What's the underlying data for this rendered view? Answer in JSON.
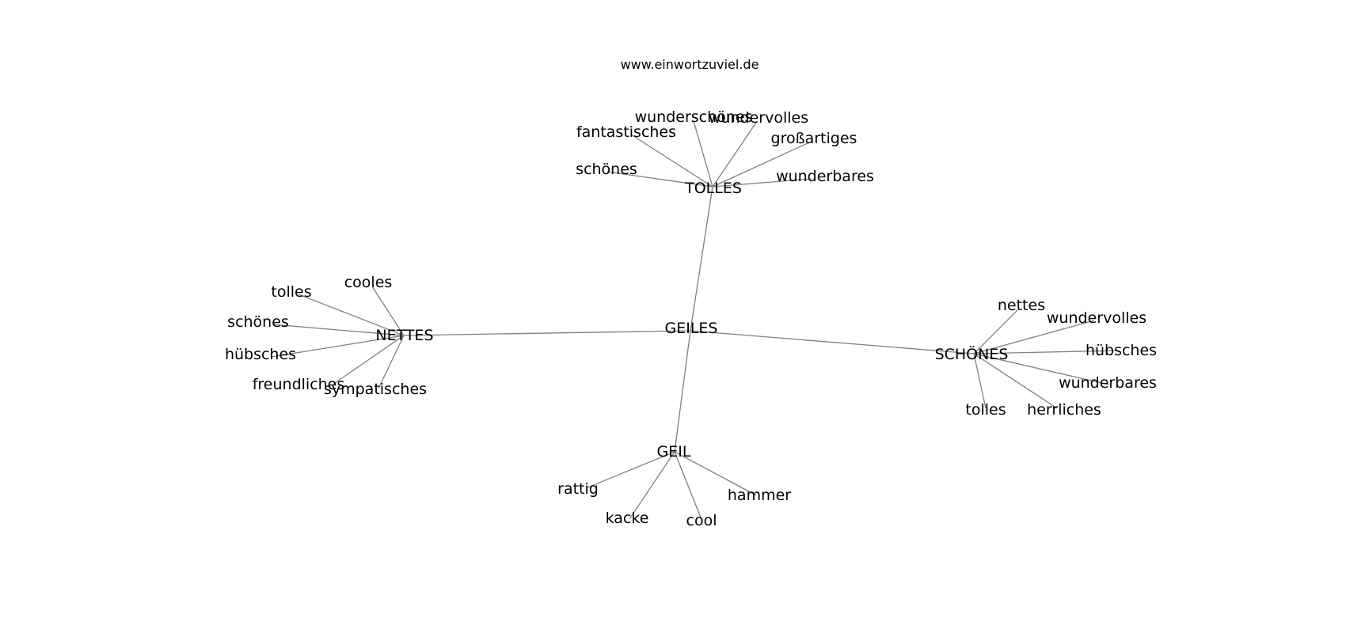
{
  "title": "www.einwortzuviel.de",
  "colors": {
    "edge": "#808080",
    "text": "#000000",
    "background": "#ffffff"
  },
  "graph": {
    "nodes": [
      {
        "id": "geiles",
        "label": "GEILES"
      },
      {
        "id": "tolles_hub",
        "label": "TOLLES"
      },
      {
        "id": "nettes_hub",
        "label": "NETTES"
      },
      {
        "id": "schoenes_hub",
        "label": "SCHÖNES"
      },
      {
        "id": "geil_hub",
        "label": "GEIL"
      },
      {
        "id": "t_wunderschoenes",
        "label": "wunderschönes"
      },
      {
        "id": "t_wundervolles",
        "label": "wundervolles"
      },
      {
        "id": "t_fantastisches",
        "label": "fantastisches"
      },
      {
        "id": "t_grossartiges",
        "label": "großartiges"
      },
      {
        "id": "t_schoenes",
        "label": "schönes"
      },
      {
        "id": "t_wunderbares",
        "label": "wunderbares"
      },
      {
        "id": "n_cooles",
        "label": "cooles"
      },
      {
        "id": "n_tolles",
        "label": "tolles"
      },
      {
        "id": "n_schoenes",
        "label": "schönes"
      },
      {
        "id": "n_huebsches",
        "label": "hübsches"
      },
      {
        "id": "n_freundliches",
        "label": "freundliches"
      },
      {
        "id": "n_sympatisches",
        "label": "sympatisches"
      },
      {
        "id": "s_nettes",
        "label": "nettes"
      },
      {
        "id": "s_wundervolles",
        "label": "wundervolles"
      },
      {
        "id": "s_huebsches",
        "label": "hübsches"
      },
      {
        "id": "s_wunderbares",
        "label": "wunderbares"
      },
      {
        "id": "s_tolles",
        "label": "tolles"
      },
      {
        "id": "s_herrliches",
        "label": "herrliches"
      },
      {
        "id": "g_rattig",
        "label": "rattig"
      },
      {
        "id": "g_hammer",
        "label": "hammer"
      },
      {
        "id": "g_kacke",
        "label": "kacke"
      },
      {
        "id": "g_cool",
        "label": "cool"
      }
    ],
    "edges": [
      [
        "geiles",
        "tolles_hub"
      ],
      [
        "geiles",
        "nettes_hub"
      ],
      [
        "geiles",
        "schoenes_hub"
      ],
      [
        "geiles",
        "geil_hub"
      ],
      [
        "tolles_hub",
        "t_wunderschoenes"
      ],
      [
        "tolles_hub",
        "t_wundervolles"
      ],
      [
        "tolles_hub",
        "t_fantastisches"
      ],
      [
        "tolles_hub",
        "t_grossartiges"
      ],
      [
        "tolles_hub",
        "t_schoenes"
      ],
      [
        "tolles_hub",
        "t_wunderbares"
      ],
      [
        "nettes_hub",
        "n_cooles"
      ],
      [
        "nettes_hub",
        "n_tolles"
      ],
      [
        "nettes_hub",
        "n_schoenes"
      ],
      [
        "nettes_hub",
        "n_huebsches"
      ],
      [
        "nettes_hub",
        "n_freundliches"
      ],
      [
        "nettes_hub",
        "n_sympatisches"
      ],
      [
        "schoenes_hub",
        "s_nettes"
      ],
      [
        "schoenes_hub",
        "s_wundervolles"
      ],
      [
        "schoenes_hub",
        "s_huebsches"
      ],
      [
        "schoenes_hub",
        "s_wunderbares"
      ],
      [
        "schoenes_hub",
        "s_tolles"
      ],
      [
        "schoenes_hub",
        "s_herrliches"
      ],
      [
        "geil_hub",
        "g_rattig"
      ],
      [
        "geil_hub",
        "g_hammer"
      ],
      [
        "geil_hub",
        "g_kacke"
      ],
      [
        "geil_hub",
        "g_cool"
      ]
    ]
  }
}
